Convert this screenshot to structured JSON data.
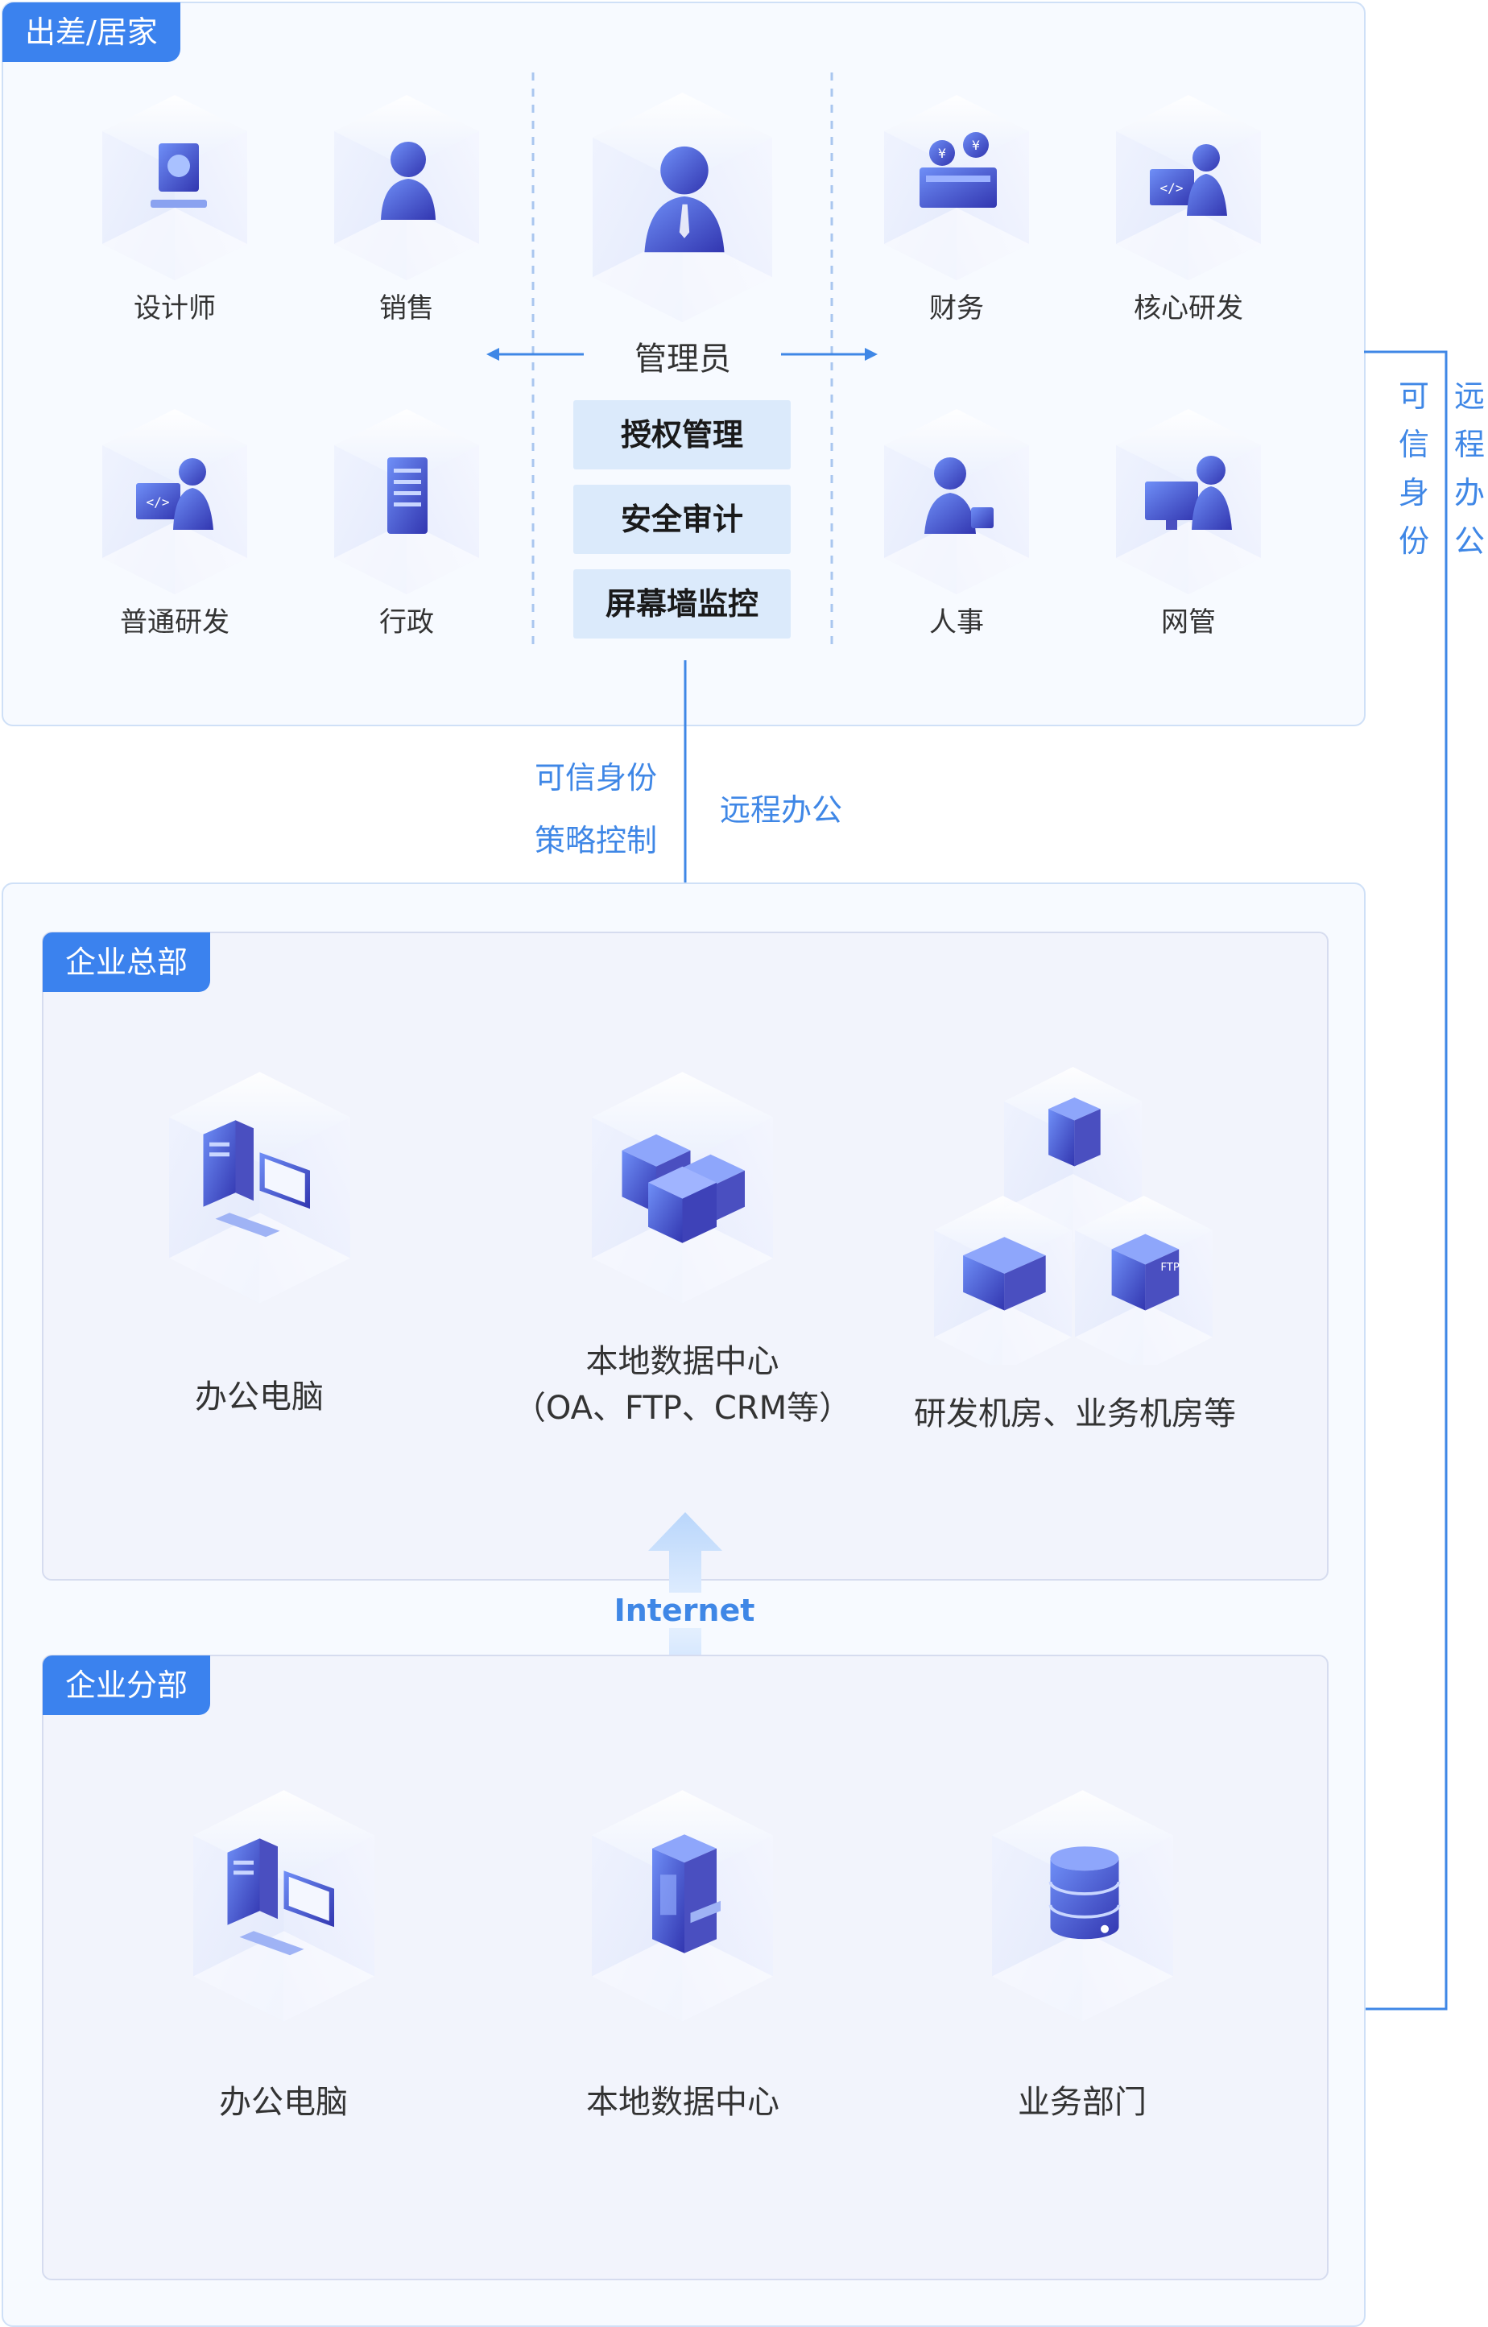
{
  "remote_panel": {
    "tag": "出差/居家",
    "roles": [
      {
        "label": "设计师",
        "icon": "designer-icon"
      },
      {
        "label": "销售",
        "icon": "sales-person-icon"
      },
      {
        "label": "普通研发",
        "icon": "developer-icon"
      },
      {
        "label": "行政",
        "icon": "document-icon"
      },
      {
        "label": "财务",
        "icon": "finance-icon"
      },
      {
        "label": "核心研发",
        "icon": "core-developer-icon"
      },
      {
        "label": "人事",
        "icon": "hr-person-icon"
      },
      {
        "label": "网管",
        "icon": "network-admin-icon"
      }
    ],
    "admin": {
      "label": "管理员",
      "icon": "admin-person-icon"
    },
    "policies": [
      "授权管理",
      "安全审计",
      "屏幕墙监控"
    ]
  },
  "connections": {
    "center_left_lines": [
      "可信身份",
      "策略控制"
    ],
    "center_right": "远程办公",
    "side_col1": [
      "可",
      "信",
      "身",
      "份"
    ],
    "side_col2": [
      "远",
      "程",
      "办",
      "公"
    ],
    "internet": "Internet"
  },
  "hq": {
    "tag": "企业总部",
    "items": [
      {
        "label": "办公电脑",
        "icon": "office-computer-icon"
      },
      {
        "label_lines": [
          "本地数据中心",
          "（OA、FTP、CRM等）"
        ],
        "icon": "data-center-servers-icon"
      },
      {
        "label": "研发机房、业务机房等",
        "icon": "server-room-icon"
      }
    ]
  },
  "branch": {
    "tag": "企业分部",
    "items": [
      {
        "label": "办公电脑",
        "icon": "office-computer-icon"
      },
      {
        "label": "本地数据中心",
        "icon": "server-tower-icon"
      },
      {
        "label": "业务部门",
        "icon": "database-icon"
      }
    ]
  },
  "colors": {
    "accent": "#3b82ee",
    "line": "#3f87e6",
    "icon_dark": "#3d3fb8",
    "icon_light": "#6a8cf5",
    "panel_border": "#cfe0f7"
  }
}
